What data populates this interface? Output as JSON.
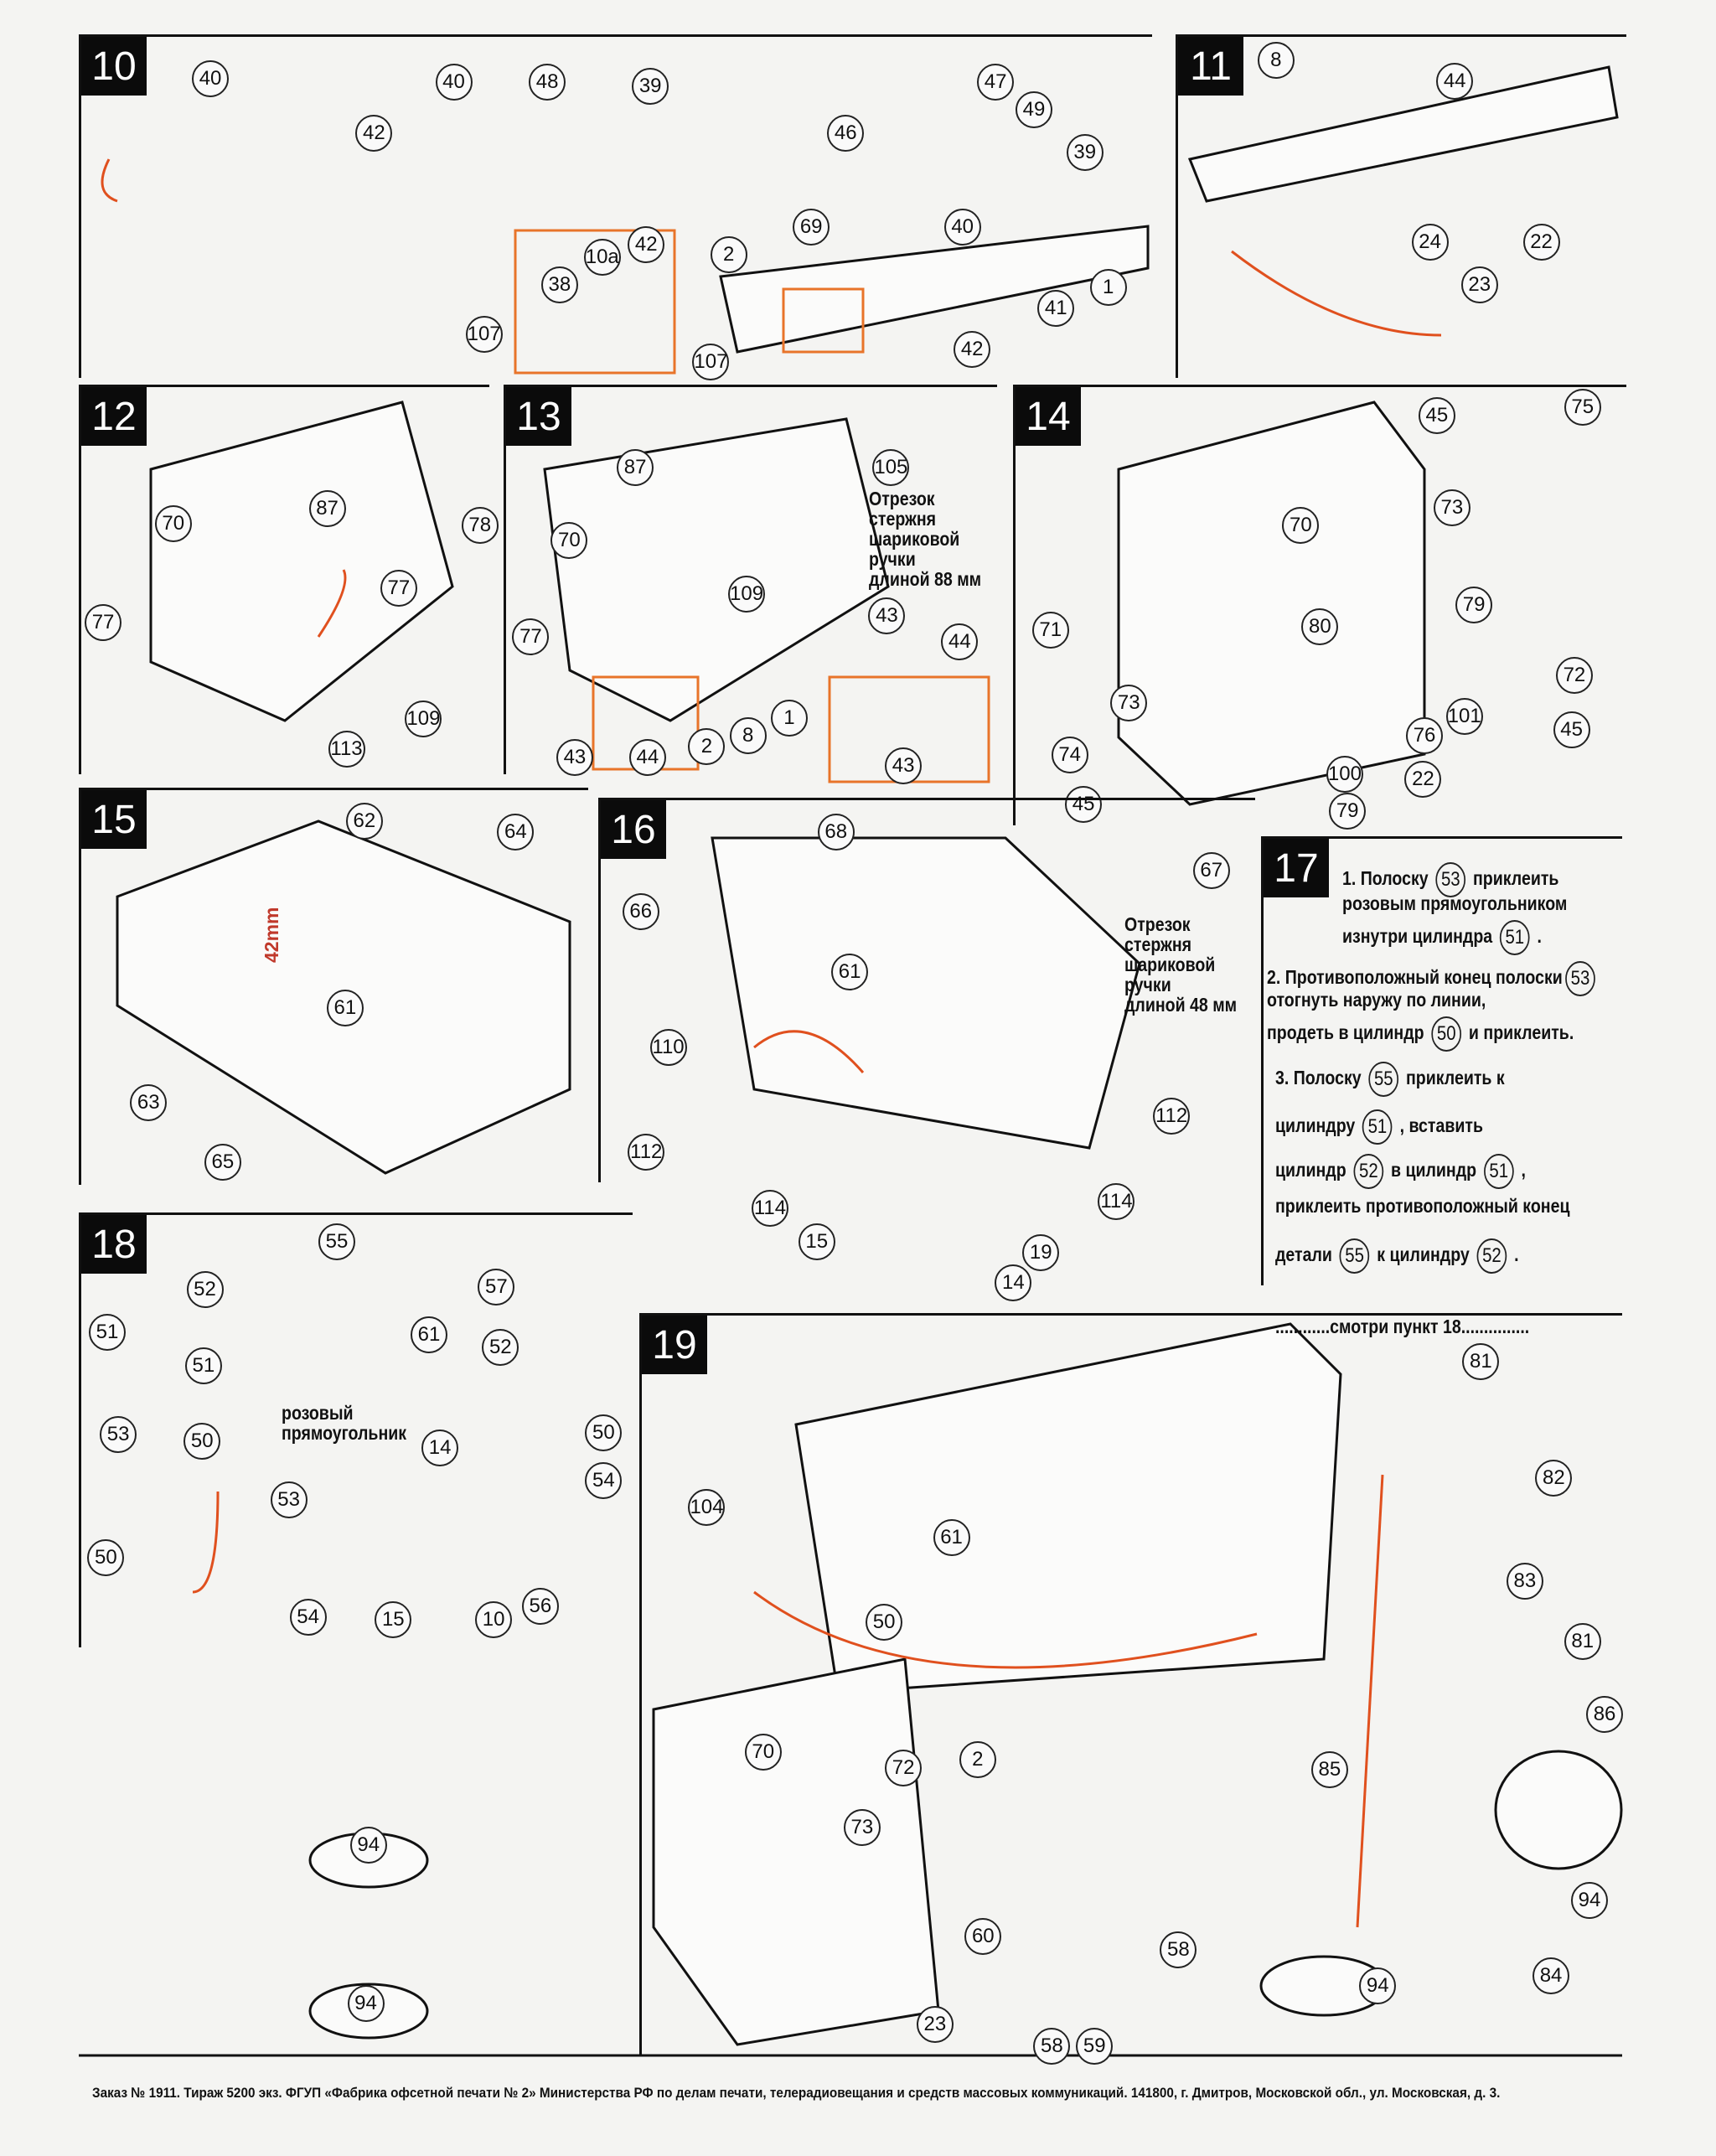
{
  "colors": {
    "arrow": "#e0501e",
    "highlight_box": "#e8742a",
    "ink": "#111111",
    "paper": "#f4f4f2"
  },
  "steps": {
    "10": {
      "number": "10",
      "callouts": [
        "40",
        "40",
        "48",
        "39",
        "42",
        "42",
        "10a",
        "38",
        "107",
        "2",
        "69",
        "40",
        "46",
        "47",
        "49",
        "39",
        "41",
        "1",
        "42",
        "107"
      ]
    },
    "11": {
      "number": "11",
      "callouts": [
        "8",
        "44",
        "24",
        "22",
        "23"
      ]
    },
    "12": {
      "number": "12",
      "callouts": [
        "87",
        "70",
        "78",
        "77",
        "77",
        "109",
        "113"
      ]
    },
    "13": {
      "number": "13",
      "callouts": [
        "87",
        "105",
        "70",
        "109",
        "43",
        "77",
        "44",
        "2",
        "8",
        "1",
        "43",
        "44",
        "43"
      ],
      "note": [
        "Отрезок",
        "стержня",
        "шариковой",
        "ручки",
        "длиной 88 мм"
      ]
    },
    "14": {
      "number": "14",
      "callouts": [
        "45",
        "75",
        "70",
        "73",
        "79",
        "80",
        "71",
        "72",
        "73",
        "101",
        "45",
        "76",
        "74",
        "100",
        "22",
        "45",
        "79"
      ]
    },
    "15": {
      "number": "15",
      "callouts": [
        "62",
        "64",
        "61",
        "63",
        "65"
      ],
      "dimension": "42mm"
    },
    "16": {
      "number": "16",
      "callouts": [
        "68",
        "67",
        "66",
        "61",
        "110",
        "112",
        "112",
        "114",
        "114",
        "15",
        "19",
        "14"
      ],
      "note": [
        "Отрезок",
        "стержня",
        "шариковой",
        "ручки",
        "длиной 48 мм"
      ]
    },
    "17": {
      "number": "17",
      "lines": [
        [
          "1. Полоску ",
          "53",
          " приклеить"
        ],
        [
          "розовым прямоугольником",
          "",
          ""
        ],
        [
          "изнутри цилиндра ",
          "51",
          " ."
        ],
        [
          "2. Противоположный конец полоски",
          "53",
          ""
        ],
        [
          "отогнуть наружу по линии,",
          "",
          ""
        ],
        [
          "продеть в цилиндр ",
          "50",
          " и приклеить."
        ],
        [
          "3. Полоску ",
          "55",
          " приклеить к"
        ],
        [
          "цилиндру ",
          "51",
          " , вставить"
        ],
        [
          "цилиндр ",
          "52",
          " в цилиндр ",
          "51",
          " ,"
        ],
        [
          "приклеить противоположный конец",
          "",
          ""
        ],
        [
          "детали ",
          "55",
          " к цилиндру ",
          "52",
          " ."
        ],
        [
          "............смотри пункт 18...............",
          "",
          ""
        ]
      ]
    },
    "18": {
      "number": "18",
      "callouts": [
        "55",
        "52",
        "57",
        "51",
        "61",
        "52",
        "51",
        "50",
        "53",
        "50",
        "14",
        "54",
        "53",
        "50",
        "54",
        "15",
        "10",
        "56"
      ],
      "note": [
        "розовый",
        "прямоугольник"
      ]
    },
    "19": {
      "number": "19",
      "callouts": [
        "81",
        "82",
        "104",
        "61",
        "83",
        "50",
        "81",
        "86",
        "70",
        "72",
        "2",
        "85",
        "73",
        "94",
        "94",
        "84",
        "60",
        "58",
        "94",
        "94",
        "23",
        "58",
        "59"
      ]
    }
  },
  "footer": "Заказ № 1911.   Тираж 5200 экз.   ФГУП «Фабрика офсетной печати № 2» Министерства РФ по делам печати, телерадиовещания и средств массовых коммуникаций. 141800, г. Дмитров, Московской обл., ул. Московская, д. 3."
}
